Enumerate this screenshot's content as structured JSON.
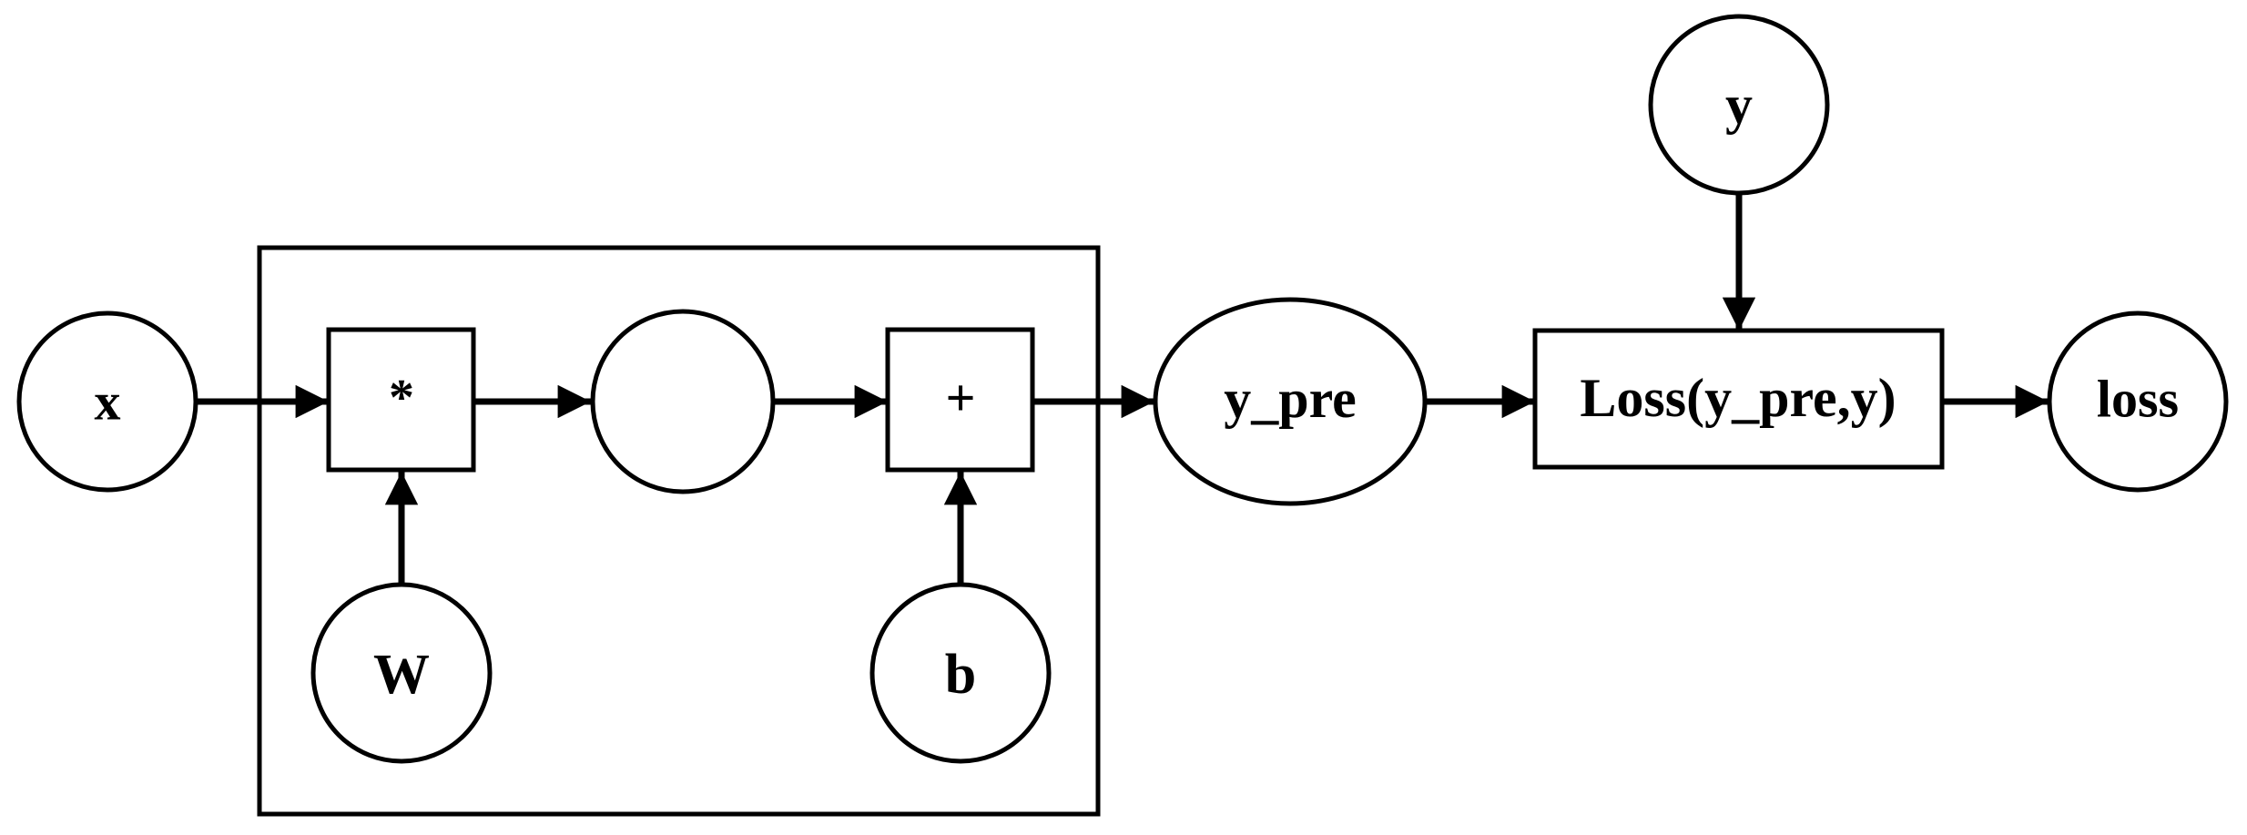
{
  "nodes": {
    "x": "x",
    "multiply": "*",
    "intermediate": "",
    "add": "+",
    "weight": "W",
    "bias": "b",
    "prediction": "y_pre",
    "target": "y",
    "loss_function": "Loss(y_pre,y)",
    "loss": "loss"
  },
  "colors": {
    "stroke": "#000000",
    "background": "#ffffff"
  }
}
